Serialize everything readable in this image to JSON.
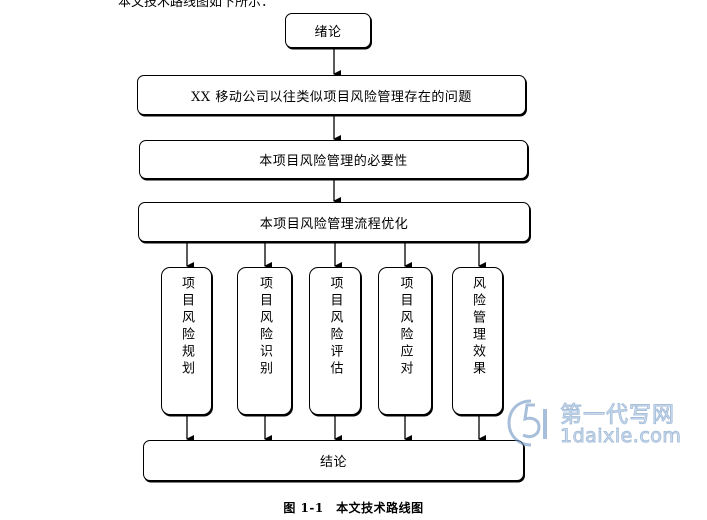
{
  "top_text": "本文技术路线图如下所示：",
  "boxes": {
    "intro": "绪论",
    "problems": "XX 移动公司以往类似项目风险管理存在的问题",
    "necessity": "本项目风险管理的必要性",
    "optimization": "本项目风险管理流程优化",
    "conclusion": "结论"
  },
  "sub_boxes": [
    {
      "label": "项目风险规划"
    },
    {
      "label": "项目风险识别"
    },
    {
      "label": "项目风险评估"
    },
    {
      "label": "项目风险应对"
    },
    {
      "label": "风险管理效果"
    }
  ],
  "caption": "图 1-1　本文技术路线图",
  "watermark": {
    "cn": "第一代写网",
    "en": "1daixie.com"
  },
  "colors": {
    "line": "#000000",
    "watermark": "#6f96c4"
  }
}
